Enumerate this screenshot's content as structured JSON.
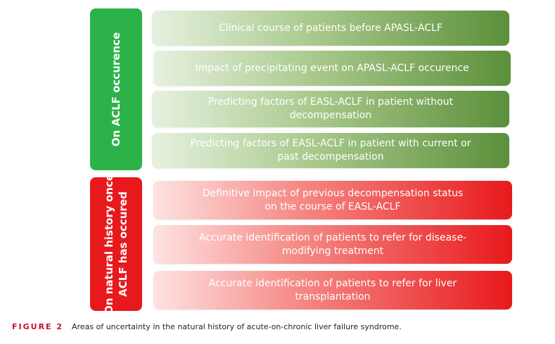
{
  "side_labels": {
    "top": "On ACLF occurence",
    "bottom_line1": "On natural history once",
    "bottom_line2": "ACLF has occured"
  },
  "green_boxes": [
    {
      "line1": "Clinical course of patients before APASL-ACLF",
      "line2": ""
    },
    {
      "line1": "Impact of precipitating event on APASL-ACLF occurence",
      "line2": ""
    },
    {
      "line1": "Predicting factors of EASL-ACLF in patient without",
      "line2": "decompensation"
    },
    {
      "line1": "Predicting factors of EASL-ACLF in patient with current or",
      "line2": "past decompensation"
    }
  ],
  "red_boxes": [
    {
      "line1": "Definitive impact of previous decompensation status",
      "line2": "on the course of EASL-ACLF"
    },
    {
      "line1": "Accurate identification of patients to refer for disease-",
      "line2": "modifying treatment"
    },
    {
      "line1": "Accurate identification of patients to refer for liver",
      "line2": "transplantation"
    }
  ],
  "caption": {
    "figure_label": "FIGURE 2",
    "text": "Areas of uncertainty in the natural history of acute-on-chronic liver failure syndrome."
  },
  "colors": {
    "green": "#2bb34a",
    "red": "#e8191c",
    "caption_label": "#c8102e"
  }
}
